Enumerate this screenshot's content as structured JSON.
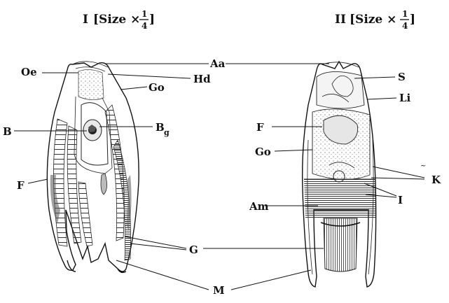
{
  "figure": {
    "left_title": {
      "numeral": "I",
      "text": "[Size ×",
      "num": "1",
      "den": "4",
      "close": "]"
    },
    "right_title": {
      "numeral": "II",
      "text": "[Size ×",
      "num": "1",
      "den": "4",
      "close": "]"
    },
    "labels": {
      "Aa": "Aa",
      "Oe": "Oe",
      "Hd": "Hd",
      "Go_left": "Go",
      "S": "S",
      "Li": "Li",
      "B": "B",
      "Bg_main": "B",
      "Bg_sub": "g",
      "F_left": "F",
      "F_right": "F",
      "Go_right": "Go",
      "K": "K",
      "I": "I",
      "Am": "Am",
      "G": "G",
      "M": "M"
    }
  }
}
